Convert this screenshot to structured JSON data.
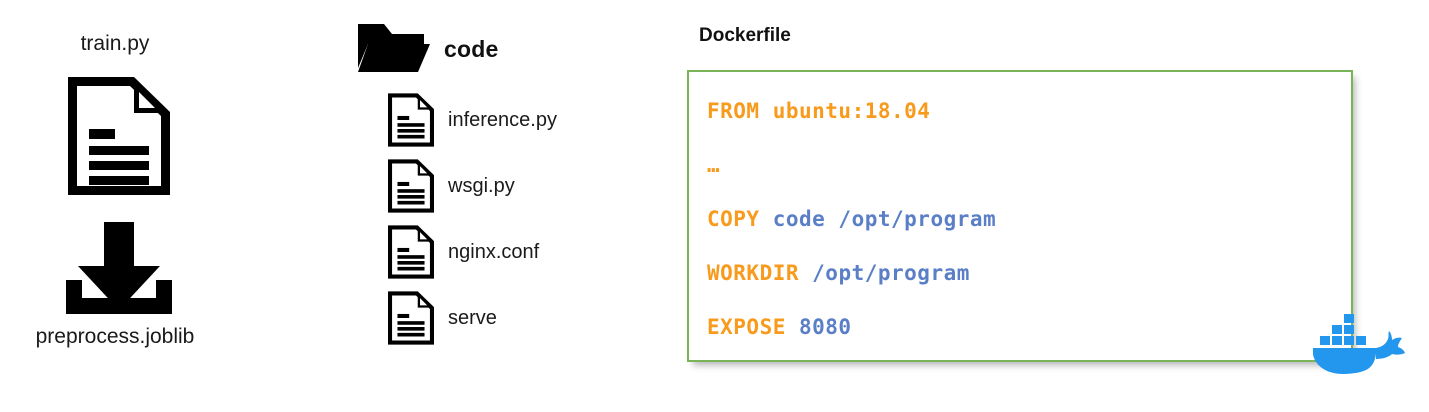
{
  "left_column": {
    "top_label": "train.py",
    "top_icon": "document-icon",
    "arrow_icon": "download-arrow-icon",
    "bottom_label": "preprocess.joblib"
  },
  "mid_column": {
    "folder": {
      "icon": "folder-icon",
      "label": "code"
    },
    "files": [
      {
        "icon": "document-icon",
        "label": "inference.py"
      },
      {
        "icon": "document-icon",
        "label": "wsgi.py"
      },
      {
        "icon": "document-icon",
        "label": "nginx.conf"
      },
      {
        "icon": "document-icon",
        "label": "serve"
      }
    ]
  },
  "dockerfile": {
    "title": "Dockerfile",
    "logo_icon": "docker-whale-icon",
    "border_color": "#79b558",
    "keyword_color": "#f89a1c",
    "argument_color": "#5b7fc7",
    "whale_color": "#2396ed",
    "lines": [
      {
        "keyword": "FROM",
        "argument": " ubuntu:18.04",
        "argument_style": "keyword"
      },
      {
        "keyword": "…",
        "argument": "",
        "argument_style": "keyword"
      },
      {
        "keyword": "COPY",
        "argument": " code /opt/program",
        "argument_style": "argument"
      },
      {
        "keyword": "WORKDIR",
        "argument": " /opt/program",
        "argument_style": "argument"
      },
      {
        "keyword": "EXPOSE",
        "argument": " 8080",
        "argument_style": "argument"
      }
    ],
    "raw_text": "FROM ubuntu:18.04\n\n…\n\nCOPY code /opt/program\n\nWORKDIR /opt/program\n\nEXPOSE 8080"
  }
}
